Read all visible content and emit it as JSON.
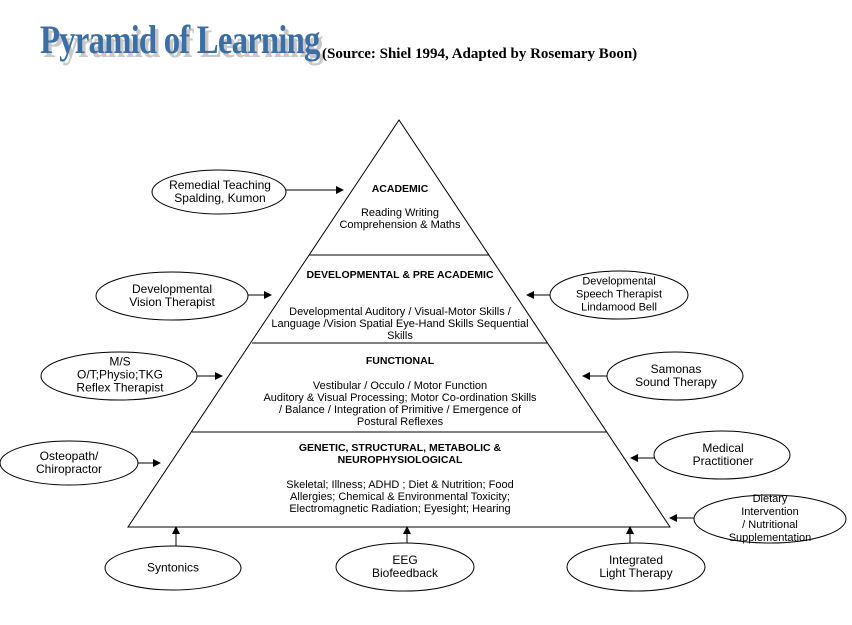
{
  "title": "Pyramid of Learning",
  "source": "(Source: Shiel 1994, Adapted by Rosemary Boon)",
  "levels": [
    {
      "heading": "ACADEMIC",
      "body": "Reading Writing\nComprehension & Maths"
    },
    {
      "heading": "DEVELOPMENTAL & PRE ACADEMIC",
      "body": "Developmental Auditory / Visual-Motor Skills /\nLanguage /Vision Spatial Eye-Hand Skills Sequential\nSkills"
    },
    {
      "heading": "FUNCTIONAL",
      "body": "Vestibular / Occulo / Motor Function\nAuditory & Visual Processing; Motor Co-ordination Skills\n/ Balance / Integration of Primitive / Emergence of\nPostural Reflexes"
    },
    {
      "heading": "GENETIC, STRUCTURAL, METABOLIC &\nNEUROPHYSIOLOGICAL",
      "body": "Skeletal; Illness; ADHD ; Diet & Nutrition; Food\nAllergies; Chemical & Environmental Toxicity;\nElectromagnetic Radiation; Eyesight; Hearing"
    }
  ],
  "interventions": {
    "remedial": "Remedial Teaching\nSpalding, Kumon",
    "vision": "Developmental\nVision Therapist",
    "ms": "M/S\nO/T;Physio;TKG\nReflex Therapist",
    "osteopath": "Osteopath/\nChiropractor",
    "speech": "Developmental\nSpeech Therapist\nLindamood Bell",
    "samonas": "Samonas\nSound Therapy",
    "medical": "Medical\nPractitioner",
    "dietary": "Dietary Intervention\n/ Nutritional\nSupplementation",
    "syntonics": "Syntonics",
    "eeg": "EEG\nBiofeedback",
    "light": "Integrated\nLight Therapy"
  }
}
